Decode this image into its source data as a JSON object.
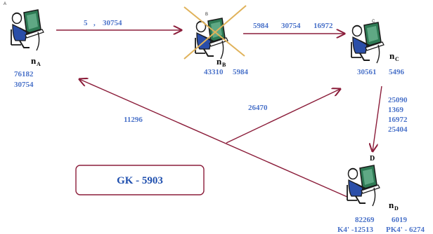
{
  "nodes": {
    "A": {
      "letter": "A",
      "name": "n",
      "sub": "A",
      "values": [
        "76182",
        "30754"
      ]
    },
    "B": {
      "letter": "B",
      "name": "n",
      "sub": "B",
      "values": [
        "43310",
        "5984"
      ]
    },
    "C": {
      "letter": "C",
      "name": "n",
      "sub": "C",
      "values": [
        "30561",
        "5496"
      ]
    },
    "D": {
      "letter": "D",
      "name": "n",
      "sub": "D",
      "values": [
        "82269",
        "6019"
      ],
      "keys": [
        "K4' -12513",
        "PK4' - 6274"
      ]
    }
  },
  "edges": {
    "a_to_b": [
      "5",
      ",",
      "30754"
    ],
    "b_to_c": [
      "5984",
      "30754",
      "16972"
    ],
    "c_to_d": [
      "25090",
      "1369",
      "16972",
      "25404"
    ],
    "d_to_a": "11296",
    "to_c": "26470"
  },
  "key_box": {
    "label": "GK - 5903"
  },
  "colors": {
    "arrow": "#8b1d3a",
    "value_text": "#4a72c9",
    "cross": "#e0b25a",
    "monitor": "#2e7a54"
  }
}
